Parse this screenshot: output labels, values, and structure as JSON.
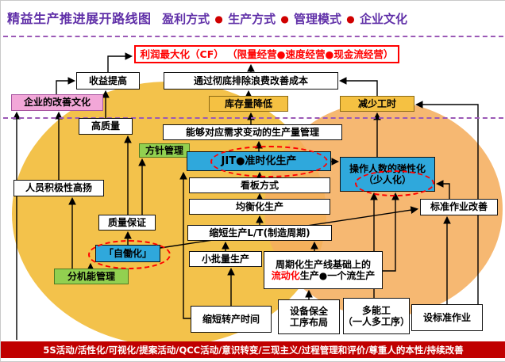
{
  "title": {
    "main": "精益生产推进展开路线图",
    "bullet": "●",
    "items": [
      "盈利方式",
      "生产方式",
      "管理模式",
      "企业文化"
    ]
  },
  "nodes": {
    "profit": "利润最大化（CF） （限量经营●速度经营●现金流经营）",
    "revenue": "收益提高",
    "cost": "通过彻底排除浪费改善成本",
    "culture": "企业的改善文化",
    "inventory": "库存量降低",
    "hours": "减少工时",
    "quality_high": "高质量",
    "demand": "能够对应需求变动的生产量管理",
    "policy": "方针管理",
    "jit": "JIT●准时化生产",
    "flex_line1": "操作人数的弹性化",
    "flex_line2": "（少人化）",
    "morale": "人员积极性高扬",
    "kanban": "看板方式",
    "heijunka": "均衡化生产",
    "std_improve": "标准作业改善",
    "qa": "质量保证",
    "leadtime": "缩短生产L/T(制造周期)",
    "jidoka": "「自働化」",
    "small_lot": "小批量生产",
    "flow_line1": "周期化生产线基础上的",
    "flow_red": "流动化",
    "flow_rest": "生产●一个流生产",
    "func_mgmt": "分机能管理",
    "changeover": "缩短转产时间",
    "tpm_line1": "设备保全",
    "tpm_line2": "工序布局",
    "multi_line1": "多能工",
    "multi_line2": "（一人多工序）",
    "std_work": "设标准作业"
  },
  "footer": "5S活动/活性化/可视化/提案活动/QCC活动/意识转变/三现主义/过程管理和评价/尊重人的本性/持续改善",
  "colors": {
    "title_purple": "#6030A8",
    "node_blue": "#2FA8DC",
    "node_orange": "#F5C142",
    "node_green": "#92D050",
    "node_pink": "#F2A7D8",
    "emphasis_red": "#FF0000",
    "footer_red": "#C00000"
  }
}
